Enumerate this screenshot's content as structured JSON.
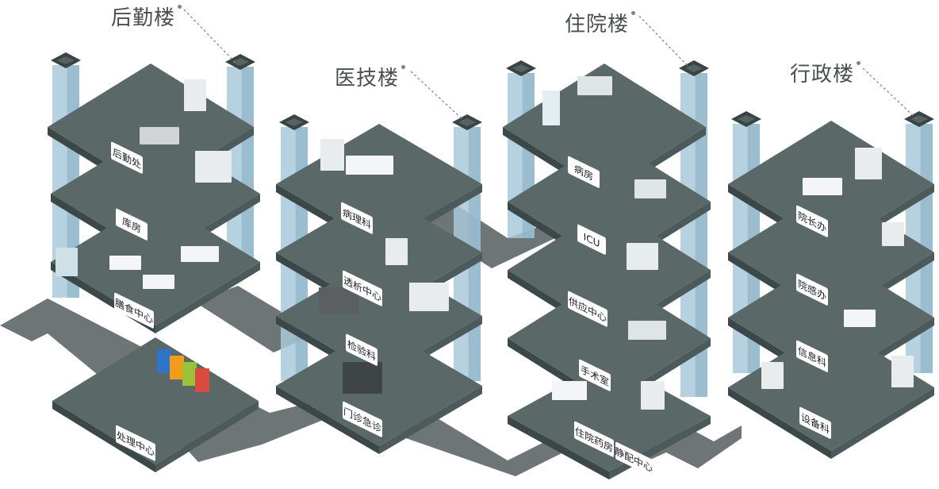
{
  "colors": {
    "floor_top": "#5b6868",
    "floor_left": "#3c4748",
    "floor_right": "#4d5a5b",
    "corridor": "#6e7576",
    "corridor_side": "#4f5556",
    "column": "#a9c9d9",
    "column_cap": "#3a4445",
    "label_bg": "#ffffff",
    "label_text": "#222222",
    "title_text": "#4a4f50"
  },
  "buildings": [
    {
      "id": "logistics",
      "title": "后勤楼",
      "floors": [
        "后勤处",
        "库房",
        "膳食中心",
        "处理中心"
      ]
    },
    {
      "id": "medtech",
      "title": "医技楼",
      "floors": [
        "病理科",
        "透析中心",
        "检验科",
        "门诊急诊"
      ]
    },
    {
      "id": "inpatient",
      "title": "住院楼",
      "floors": [
        "病房",
        "ICU",
        "供应中心",
        "手术室",
        "住院药房",
        "静配中心"
      ]
    },
    {
      "id": "admin",
      "title": "行政楼",
      "floors": [
        "院长办",
        "院感办",
        "信息科",
        "设备科"
      ]
    }
  ]
}
